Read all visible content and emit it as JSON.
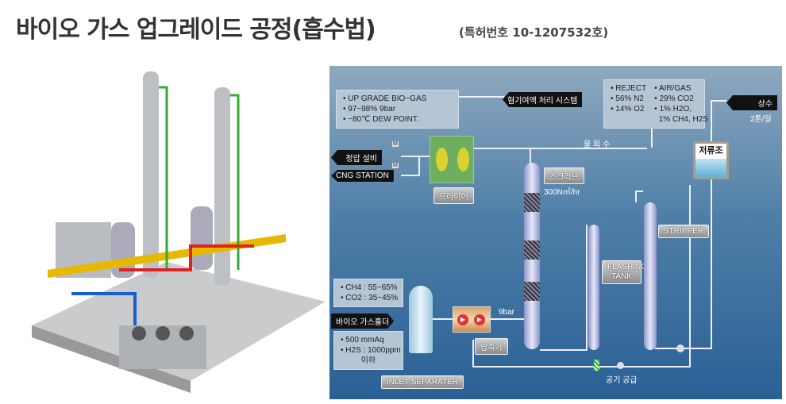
{
  "header": {
    "title": "바이오 가스 업그레이드 공정(흡수법)",
    "subtitle": "(특허번호 10-1207532호)"
  },
  "diagram": {
    "product_info": [
      "• UP GRADE BIO−GAS",
      "• 97~98% 9bar",
      "• −80℃ DEW POINT."
    ],
    "reject_info": {
      "left": [
        "• REJECT",
        "• 56% N2",
        "• 14% O2"
      ],
      "right": [
        "• AIR/GAS",
        "• 29% CO2",
        "• 1% H2O,",
        "  1% CH4, H2S"
      ]
    },
    "feed_info": [
      "• CH4 : 55~65%",
      "• CO2 : 35~45%"
    ],
    "feed_info2": [
      "• 500 mmAq",
      "• H2S : 1000ppm",
      "이하"
    ],
    "tags": {
      "high_pressure": "정압 설비",
      "cng": "CNG STATION",
      "waste_gas": "혐기여액 처리 시스템",
      "water": "상수",
      "biogas_holder": "바이오 가스홀더"
    },
    "labels": {
      "dryer": "드라이어",
      "scrubber": "스크러브",
      "scrubber_flow": "300N㎥/hr",
      "water_recovery": "물 회 수",
      "reservoir": "저류조",
      "water_rate": "2톤/일",
      "flashing": "FLASHING TANK",
      "stripper": "STRIPPER",
      "pressure": "9bar",
      "compressor": "압축기",
      "inlet": "INLET SEPARATER",
      "air_supply": "공기 공급",
      "valve": "M"
    }
  }
}
